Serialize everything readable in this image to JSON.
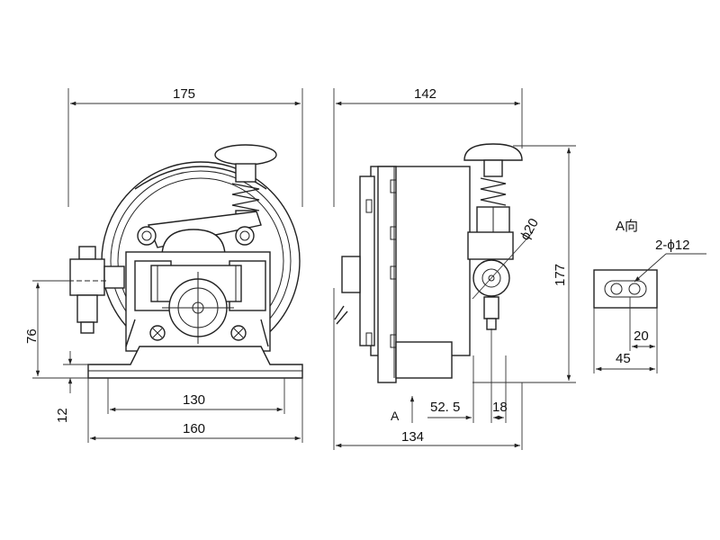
{
  "drawing": {
    "front_view": {
      "width_label": "175",
      "base_span_label": "130",
      "base_width_label": "160",
      "axis_height_label": "76",
      "base_thickness_label": "12"
    },
    "side_view": {
      "width_label": "142",
      "height_label": "177",
      "roller_dia_label": "ϕ20",
      "offset_label": "52. 5",
      "shaft_label": "18",
      "base_depth_label": "134",
      "view_arrow_label": "A"
    },
    "view_a": {
      "title": "A向",
      "holes_label": "2-ϕ12",
      "pitch_label": "20",
      "width_label": "45"
    }
  }
}
